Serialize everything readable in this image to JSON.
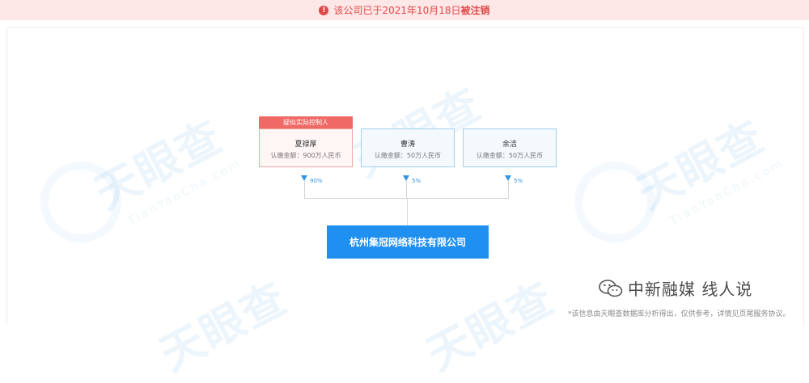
{
  "banner": {
    "text": "该公司已于2021年10月18日",
    "status": "被注销",
    "icon": "warning-icon"
  },
  "watermark": {
    "logo": "天眼查",
    "sub": "TianYanCha.com"
  },
  "tag": "疑似实际控制人",
  "shareholders": [
    {
      "name": "夏禄厚",
      "amount": "认缴金额：900万人民币",
      "percent": "90%"
    },
    {
      "name": "曹涛",
      "amount": "认缴金额：50万人民币",
      "percent": "5%"
    },
    {
      "name": "余洁",
      "amount": "认缴金额：50万人民币",
      "percent": "5%"
    }
  ],
  "company": "杭州集冠网络科技有限公司",
  "wechat": {
    "icon": "wechat-icon",
    "text": "中新融媒 线人说"
  },
  "footer": "*该信息由天眼查数据库分析得出，仅供参考，详情见页尾服务协议。",
  "colors": {
    "banner_bg": "#fde7e7",
    "banner_text": "#e04848",
    "accent": "#1f8ff0",
    "tag": "#ef6a66"
  }
}
